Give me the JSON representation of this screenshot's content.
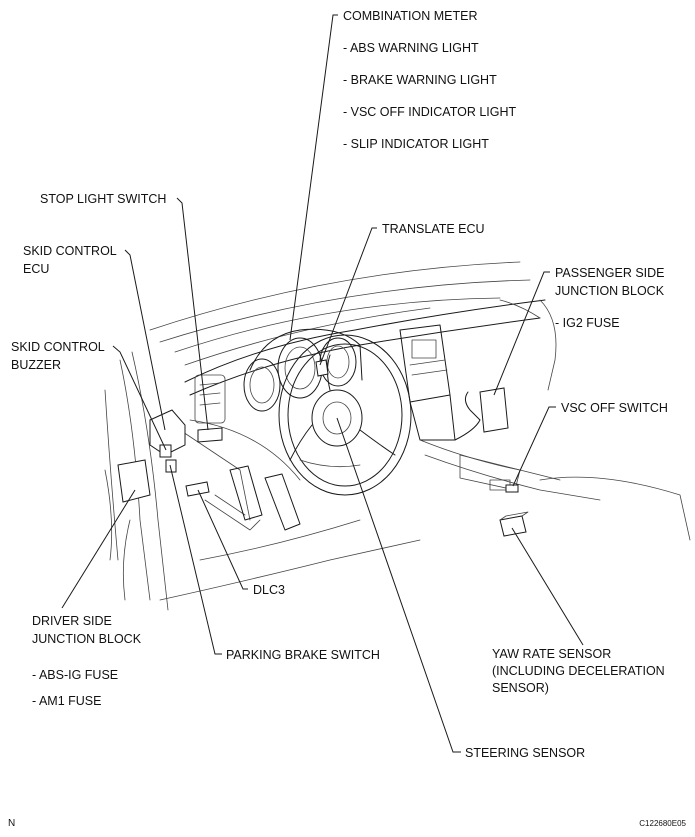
{
  "labels": {
    "combination_meter": "COMBINATION METER",
    "abs_warning_light": "- ABS WARNING LIGHT",
    "brake_warning_light": "- BRAKE WARNING LIGHT",
    "vsc_off_indicator_light": "- VSC OFF INDICATOR LIGHT",
    "slip_indicator_light": "- SLIP INDICATOR LIGHT",
    "stop_light_switch": "STOP LIGHT SWITCH",
    "skid_control_ecu_1": "SKID CONTROL",
    "skid_control_ecu_2": "ECU",
    "translate_ecu": "TRANSLATE ECU",
    "passenger_jb_1": "PASSENGER SIDE",
    "passenger_jb_2": "JUNCTION BLOCK",
    "ig2_fuse": "- IG2 FUSE",
    "skid_control_buzzer_1": "SKID CONTROL",
    "skid_control_buzzer_2": "BUZZER",
    "vsc_off_switch": "VSC OFF SWITCH",
    "dlc3": "DLC3",
    "driver_jb_1": "DRIVER SIDE",
    "driver_jb_2": "JUNCTION BLOCK",
    "parking_brake_switch": "PARKING BRAKE SWITCH",
    "abs_ig_fuse": "- ABS-IG FUSE",
    "am1_fuse": "- AM1 FUSE",
    "yaw_rate_sensor_1": "YAW RATE SENSOR",
    "yaw_rate_sensor_2": "(INCLUDING DECELERATION",
    "yaw_rate_sensor_3": "SENSOR)",
    "steering_sensor": "STEERING SENSOR",
    "corner_mark": "N",
    "figure_id": "C122680E05"
  }
}
